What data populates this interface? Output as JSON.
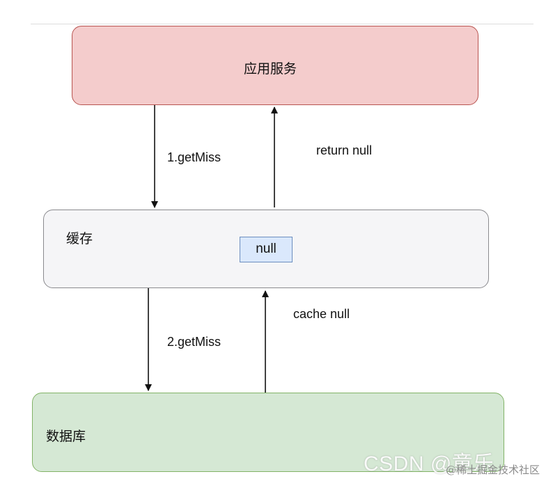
{
  "diagram": {
    "nodes": {
      "app_service": "应用服务",
      "cache": "缓存",
      "cache_value": "null",
      "database": "数据库"
    },
    "edges": [
      {
        "from": "app_service",
        "to": "cache",
        "label": "1.getMiss"
      },
      {
        "from": "cache",
        "to": "app_service",
        "label": "return null"
      },
      {
        "from": "cache",
        "to": "database",
        "label": "2.getMiss"
      },
      {
        "from": "database",
        "to": "cache",
        "label": "cache null"
      }
    ],
    "colors": {
      "app_fill": "#f4cccc",
      "app_border": "#b85450",
      "cache_fill": "#f5f5f7",
      "cache_border": "#8a8a8e",
      "db_fill": "#d5e8d4",
      "db_border": "#82b366",
      "null_fill": "#dae8fc",
      "null_border": "#6c8ebf"
    }
  },
  "watermarks": {
    "csdn": "CSDN @童乐",
    "juejin": "@稀土掘金技术社区"
  }
}
